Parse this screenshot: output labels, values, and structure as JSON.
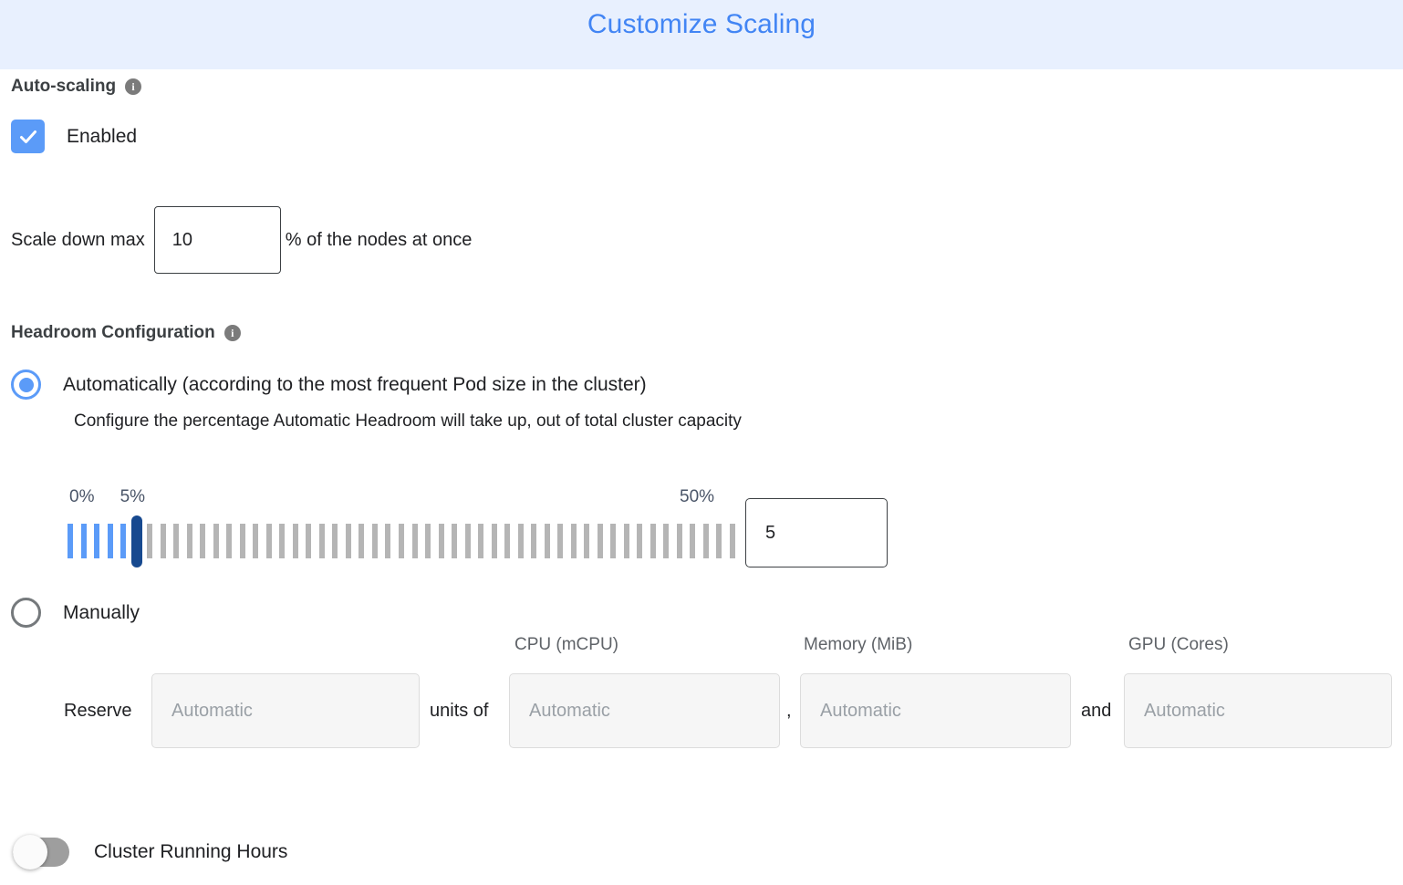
{
  "header": {
    "title": "Customize Scaling",
    "title_color": "#4285f4",
    "background_color": "#e8f0fe"
  },
  "autoscaling": {
    "heading": "Auto-scaling",
    "info_glyph": "i",
    "checkbox_label": "Enabled",
    "checkbox_checked": true,
    "checkbox_color": "#5b9bf8"
  },
  "scale_down": {
    "label": "Scale down max",
    "value": "10",
    "suffix": "% of the nodes at once"
  },
  "headroom": {
    "heading": "Headroom Configuration",
    "info_glyph": "i",
    "option_automatic": {
      "label": "Automatically (according to the most frequent Pod size in the cluster)",
      "selected": true,
      "description": "Configure the percentage Automatic Headroom will take up, out of total cluster capacity"
    },
    "option_manual": {
      "label": "Manually",
      "selected": false
    }
  },
  "slider": {
    "min_label": "0%",
    "max_label": "50%",
    "current_label": "5%",
    "min": 0,
    "max": 50,
    "value": 5,
    "tick_count": 51,
    "input_value": "5",
    "filled_color": "#5b9bf8",
    "empty_color": "#b5b5b5",
    "thumb_color": "#17498f",
    "label_color": "#4a5568"
  },
  "reserve": {
    "label": "Reserve",
    "units_of": "units of",
    "comma": ",",
    "and": "and",
    "column_labels": {
      "cpu": "CPU (mCPU)",
      "memory": "Memory (MiB)",
      "gpu": "GPU (Cores)"
    },
    "fields": [
      {
        "name": "units",
        "placeholder": "Automatic",
        "value": ""
      },
      {
        "name": "cpu",
        "placeholder": "Automatic",
        "value": ""
      },
      {
        "name": "memory",
        "placeholder": "Automatic",
        "value": ""
      },
      {
        "name": "gpu",
        "placeholder": "Automatic",
        "value": ""
      }
    ]
  },
  "cluster_running_hours": {
    "label": "Cluster Running Hours",
    "enabled": false
  }
}
